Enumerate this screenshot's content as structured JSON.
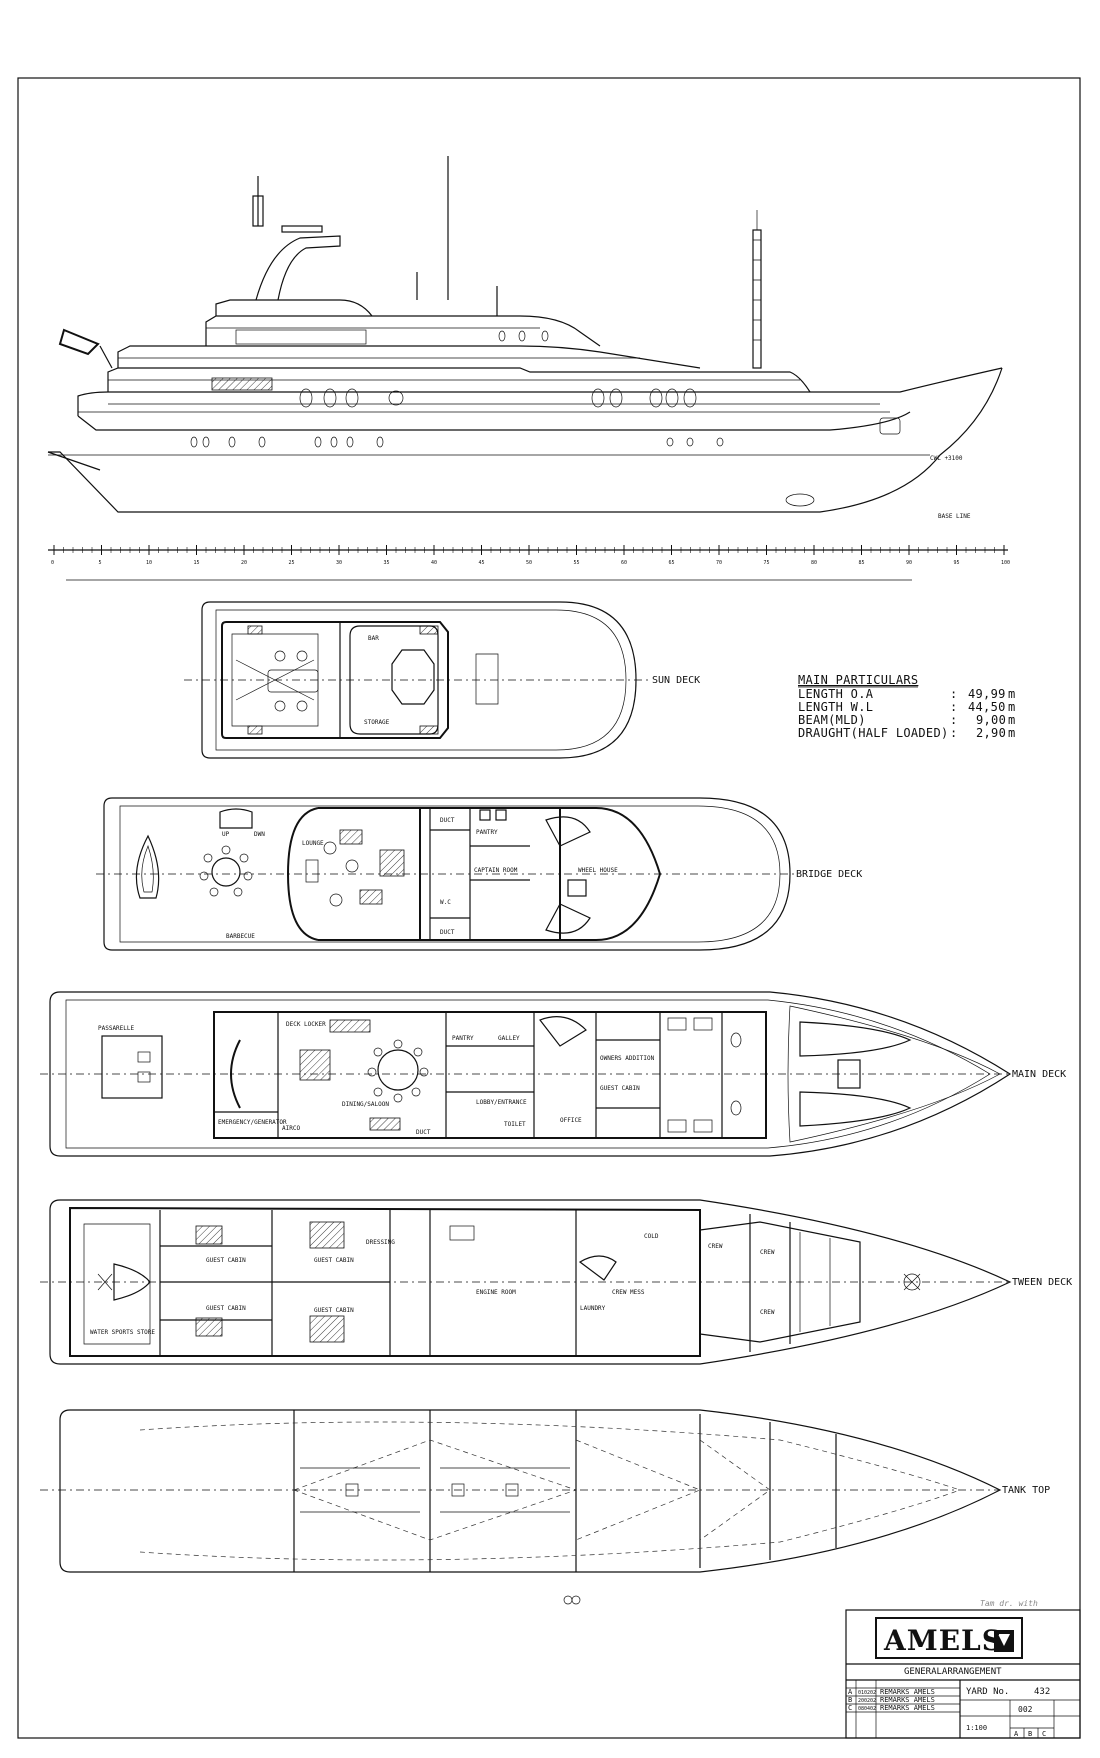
{
  "drawing": {
    "title": "GENERALARRANGEMENT",
    "brand": "AMELS",
    "yard_label": "YARD No.",
    "yard_no": "432",
    "drawing_no": "002",
    "scale": "1:100",
    "revision_cells": [
      "A",
      "B",
      "C"
    ],
    "signature": "Tam dr. with",
    "profile_labels": {
      "cwl": "CWL +3100",
      "base_line": "BASE LINE"
    },
    "scale_ticks": [
      "0",
      "5",
      "10",
      "15",
      "20",
      "25",
      "30",
      "35",
      "40",
      "45",
      "50",
      "55",
      "60",
      "65",
      "70",
      "75",
      "80",
      "85",
      "90",
      "95",
      "100"
    ]
  },
  "main_particulars": {
    "title": "MAIN PARTICULARS",
    "rows": [
      {
        "label": "LENGTH O.A",
        "sep": ":",
        "value": "49,99",
        "unit": "m"
      },
      {
        "label": "LENGTH W.L",
        "sep": ":",
        "value": "44,50",
        "unit": "m"
      },
      {
        "label": "BEAM(MLD)",
        "sep": ":",
        "value": "9,00",
        "unit": "m"
      },
      {
        "label": "DRAUGHT(HALF LOADED)",
        "sep": ":",
        "value": "2,90",
        "unit": "m"
      }
    ]
  },
  "decks": [
    {
      "label": "SUN DECK",
      "rooms": [
        "BAR",
        "STORAGE"
      ]
    },
    {
      "label": "BRIDGE DECK",
      "rooms": [
        "LOUNGE",
        "PANTRY",
        "CAPTAIN ROOM",
        "WHEEL HOUSE",
        "DUCT",
        "W.C",
        "BARBECUE",
        "UP",
        "DWN"
      ]
    },
    {
      "label": "MAIN DECK",
      "rooms": [
        "PASSARELLE",
        "EMERGENCY/GENERATOR",
        "AIRCO",
        "DECK LOCKER",
        "DINING/SALOON",
        "PANTRY",
        "GALLEY",
        "LOBBY/ENTRANCE",
        "TOILET",
        "OFFICE",
        "OWNERS ADDITION",
        "GUEST CABIN",
        "DUCT"
      ]
    },
    {
      "label": "TWEEN DECK",
      "rooms": [
        "WATER SPORTS STORE",
        "GUEST CABIN",
        "GUEST CABIN",
        "GUEST CABIN",
        "GUEST CABIN",
        "DRESSING",
        "ENGINE ROOM",
        "LAUNDRY",
        "CREW MESS",
        "COLD",
        "CREW",
        "CREW",
        "CREW"
      ]
    },
    {
      "label": "TANK TOP",
      "rooms": []
    }
  ],
  "revisions": [
    {
      "no": "A",
      "date": "010202",
      "text": "REMARKS AMELS"
    },
    {
      "no": "B",
      "date": "200202",
      "text": "REMARKS AMELS"
    },
    {
      "no": "C",
      "date": "080402",
      "text": "REMARKS AMELS"
    }
  ]
}
